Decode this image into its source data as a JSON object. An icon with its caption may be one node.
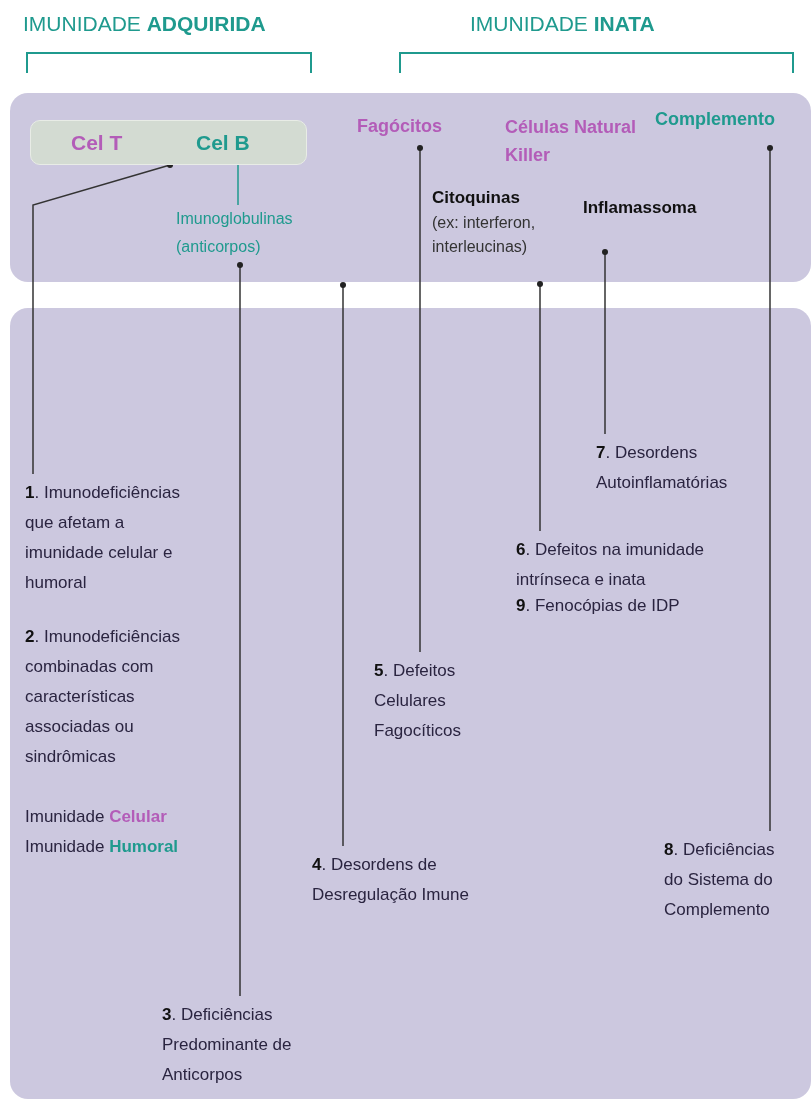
{
  "diagram": {
    "nodes": [
      {
        "text": [],
        "shape": "box"
      },
      {
        "text": [
          "Cel T",
          "Cel B"
        ],
        "in": 0
      },
      {
        "text": [
          "Imunoglobulinas (anticorpos)"
        ],
        "in": 0
      },
      {
        "text": [
          "Fagócitos"
        ],
        "in": 0
      },
      {
        "text": [
          "Células Natural Killer"
        ],
        "in": 0
      },
      {
        "text": [
          "Complemento"
        ],
        "in": 0
      },
      {
        "text": [
          "Citoquinas",
          "(ex: interferon, interleucinas)"
        ],
        "in": 0
      },
      {
        "text": [
          "Inflamassoma"
        ],
        "in": 0
      },
      {
        "text": [],
        "shape": "box"
      },
      {
        "text": [
          "**1**. Imunodeficiências que afetam a imunidade celular e humoral"
        ],
        "in": 8
      },
      {
        "text": [
          "**3**. Deficiências Predominante de Anticorpos"
        ],
        "in": 8
      },
      {
        "text": [
          "**4**. Desordens de Desregulação Imune"
        ],
        "in": 8
      },
      {
        "text": [
          "**5**. Defeitos Celulares Fagocíticos"
        ],
        "in": 8
      },
      {
        "text": [
          "**6**. Defeitos na imunidade intrínseca e inata"
        ],
        "in": 8
      },
      {
        "text": [
          "**7**. Desordens Autoinflamatórias"
        ],
        "in": 8
      },
      {
        "text": [
          "**8**. Deficiências do Sistema do Complemento"
        ],
        "in": 8
      }
    ],
    "edges": [
      {
        "from": 1,
        "to": 9,
        "arrow": "other"
      },
      {
        "from": 1,
        "to": 2,
        "arrow": "none",
        "color": "#1f9a8e"
      },
      {
        "from": 2,
        "to": 10,
        "arrow": "other"
      },
      {
        "from": 0,
        "to": 11,
        "arrow": "other"
      },
      {
        "from": 3,
        "to": 12,
        "arrow": "other"
      },
      {
        "from": 6,
        "to": 13,
        "arrow": "other"
      },
      {
        "from": 7,
        "to": 14,
        "arrow": "other"
      },
      {
        "from": 5,
        "to": 15,
        "arrow": "other"
      }
    ],
    "labels": [
      "IMUNIDADE **ADQUIRIDA**",
      "IMUNIDADE **INATA**",
      "**2**. Imunodeficiências combinadas com características associadas ou sindrômicas",
      "Imunidade **Celular**",
      "Imunidade **Humoral**",
      "**9**. Fenocópias de IDP"
    ]
  }
}
